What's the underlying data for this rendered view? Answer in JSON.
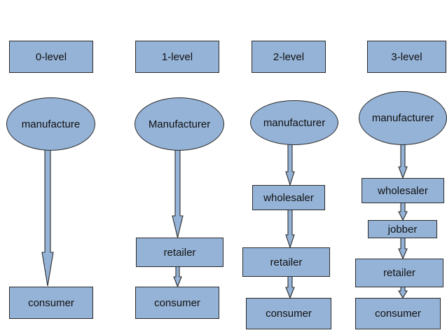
{
  "columns": [
    {
      "level": "0-level",
      "nodes": [
        "manufacture",
        "consumer"
      ]
    },
    {
      "level": "1-level",
      "nodes": [
        "Manufacturer",
        "retailer",
        "consumer"
      ]
    },
    {
      "level": "2-level",
      "nodes": [
        "manufacturer",
        "wholesaler",
        "retailer",
        "consumer"
      ]
    },
    {
      "level": "3-level",
      "nodes": [
        "manufacturer",
        "wholesaler",
        "jobber",
        "retailer",
        "consumer"
      ]
    }
  ],
  "colors": {
    "fill": "#95b3d7",
    "border": "#2b2b2b",
    "text": "#111111"
  }
}
